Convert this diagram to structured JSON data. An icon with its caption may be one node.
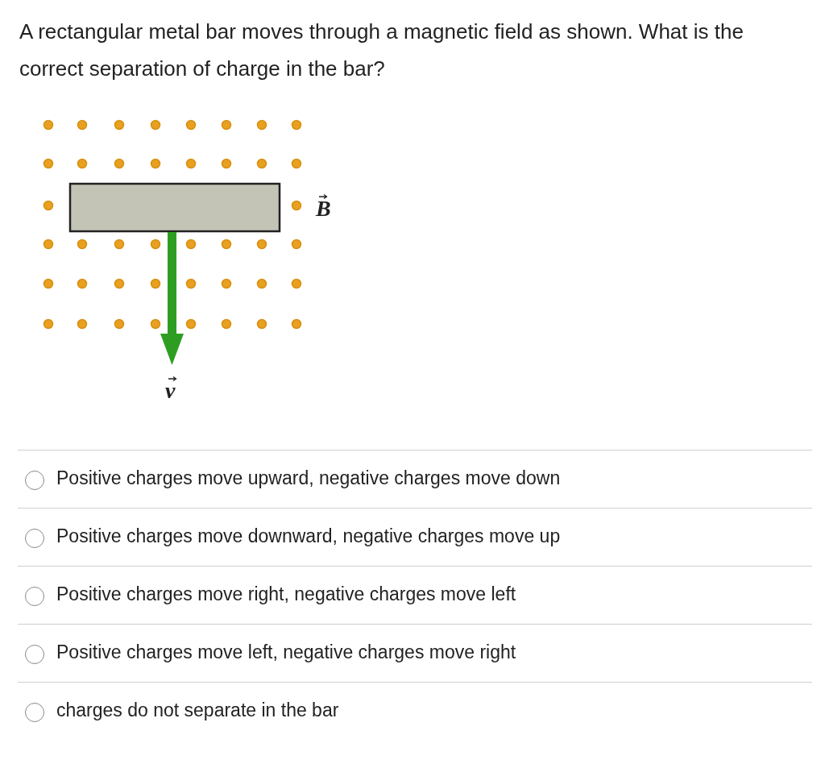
{
  "diagram": {
    "title": "A rectangular metal bar moves through a magnetic field as shown. What is the correct separation of charge in the bar?",
    "nodes": [
      {
        "text": [],
        "shape": "bar"
      }
    ],
    "labels": [
      "B",
      "v",
      "Positive charges move upward, negative charges move down",
      "Positive charges move downward, negative charges move up",
      "Positive charges move right, negative charges move left",
      "Positive charges move left, negative charges move right",
      "charges do not separate in the bar"
    ]
  }
}
